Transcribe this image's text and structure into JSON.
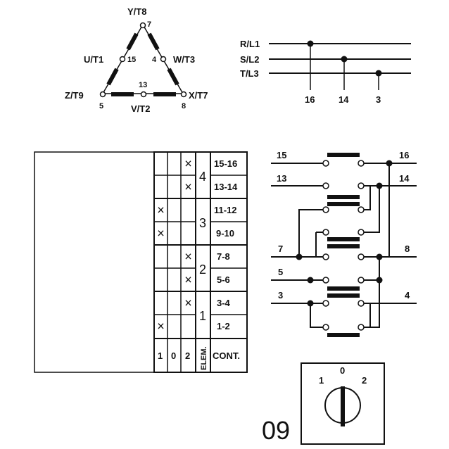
{
  "delta": {
    "top_label": "Y/T8",
    "top_num": "7",
    "left_label": "U/T1",
    "left_num": "15",
    "right_num": "4",
    "right_label": "W/T3",
    "bottom_num": "13",
    "bottom_label": "V/T2",
    "bl_label": "Z/T9",
    "bl_num": "5",
    "br_label": "X/T7",
    "br_num": "8"
  },
  "supply": {
    "lines": [
      "R/L1",
      "S/L2",
      "T/L3"
    ],
    "terminals": [
      "16",
      "14",
      "3"
    ]
  },
  "table": {
    "contacts": [
      "15-16",
      "13-14",
      "11-12",
      "9-10",
      "7-8",
      "5-6",
      "3-4",
      "1-2"
    ],
    "elements": [
      "4",
      "3",
      "2",
      "1"
    ],
    "positions": [
      "1",
      "0",
      "2"
    ],
    "elem_header": "ELEM.",
    "cont_header": "CONT.",
    "mark": "×",
    "marks": [
      [
        0,
        2
      ],
      [
        1,
        2
      ],
      [
        2,
        0
      ],
      [
        3,
        0
      ],
      [
        4,
        2
      ],
      [
        5,
        2
      ],
      [
        6,
        2
      ],
      [
        7,
        0
      ]
    ]
  },
  "circuit": {
    "left": [
      "15",
      "13",
      "7",
      "5",
      "3"
    ],
    "right": [
      "16",
      "14",
      "8",
      "4"
    ]
  },
  "switch": {
    "positions": [
      "1",
      "0",
      "2"
    ]
  },
  "model": "09"
}
